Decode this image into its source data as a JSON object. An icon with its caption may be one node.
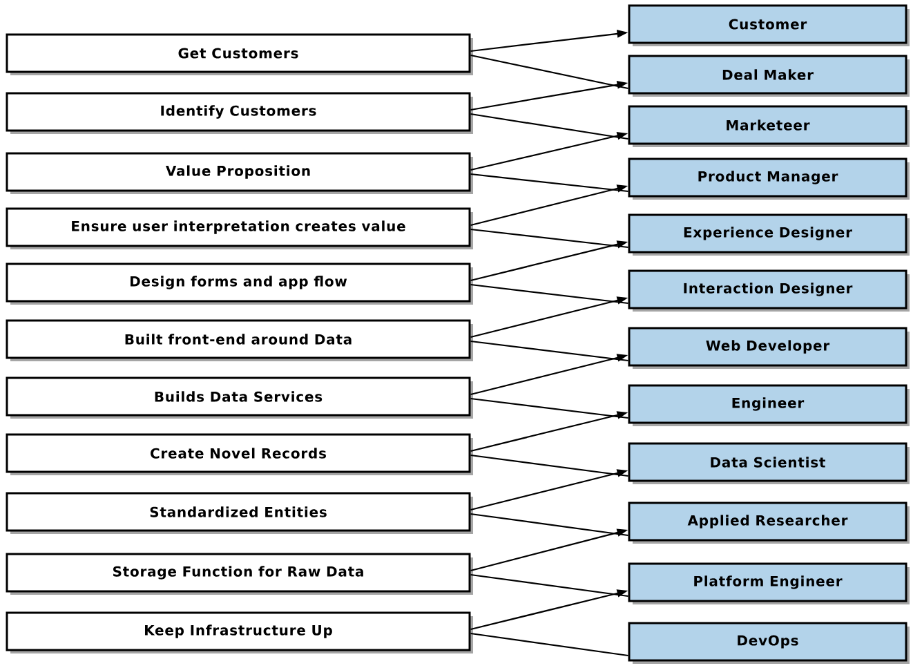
{
  "diagram": {
    "nodes": [
      {
        "text": [
          "Get Customers"
        ]
      },
      {
        "text": [
          "Identify Customers"
        ]
      },
      {
        "text": [
          "Value Proposition"
        ]
      },
      {
        "text": [
          "Ensure user interpretation creates value"
        ]
      },
      {
        "text": [
          "Design forms and app flow"
        ]
      },
      {
        "text": [
          "Built front-end around Data"
        ]
      },
      {
        "text": [
          "Builds Data Services"
        ]
      },
      {
        "text": [
          "Create Novel Records"
        ]
      },
      {
        "text": [
          "Standardized Entities"
        ]
      },
      {
        "text": [
          "Storage Function for Raw Data"
        ]
      },
      {
        "text": [
          "Keep Infrastructure Up"
        ]
      },
      {
        "text": [
          "Customer"
        ]
      },
      {
        "text": [
          "Deal Maker"
        ]
      },
      {
        "text": [
          "Marketeer"
        ]
      },
      {
        "text": [
          "Product Manager"
        ]
      },
      {
        "text": [
          "Experience Designer"
        ]
      },
      {
        "text": [
          "Interaction Designer"
        ]
      },
      {
        "text": [
          "Web Developer"
        ]
      },
      {
        "text": [
          "Engineer"
        ]
      },
      {
        "text": [
          "Data Scientist"
        ]
      },
      {
        "text": [
          "Applied Researcher"
        ]
      },
      {
        "text": [
          "Platform Engineer"
        ]
      },
      {
        "text": [
          "DevOps"
        ]
      }
    ],
    "edges": [
      {
        "from": 0,
        "to": 11,
        "arrow": "to"
      },
      {
        "from": 0,
        "to": 12,
        "arrow": "none"
      },
      {
        "from": 1,
        "to": 12,
        "arrow": "to"
      },
      {
        "from": 1,
        "to": 13,
        "arrow": "none"
      },
      {
        "from": 2,
        "to": 13,
        "arrow": "to"
      },
      {
        "from": 2,
        "to": 14,
        "arrow": "none"
      },
      {
        "from": 3,
        "to": 14,
        "arrow": "to"
      },
      {
        "from": 3,
        "to": 15,
        "arrow": "none"
      },
      {
        "from": 4,
        "to": 15,
        "arrow": "to"
      },
      {
        "from": 4,
        "to": 16,
        "arrow": "none"
      },
      {
        "from": 5,
        "to": 16,
        "arrow": "to"
      },
      {
        "from": 5,
        "to": 17,
        "arrow": "none"
      },
      {
        "from": 6,
        "to": 17,
        "arrow": "to"
      },
      {
        "from": 6,
        "to": 18,
        "arrow": "none"
      },
      {
        "from": 7,
        "to": 18,
        "arrow": "to"
      },
      {
        "from": 7,
        "to": 19,
        "arrow": "none"
      },
      {
        "from": 8,
        "to": 19,
        "arrow": "to"
      },
      {
        "from": 8,
        "to": 20,
        "arrow": "none"
      },
      {
        "from": 9,
        "to": 20,
        "arrow": "to"
      },
      {
        "from": 9,
        "to": 21,
        "arrow": "none"
      },
      {
        "from": 10,
        "to": 21,
        "arrow": "to"
      },
      {
        "from": 10,
        "to": 22,
        "arrow": "none"
      }
    ]
  }
}
